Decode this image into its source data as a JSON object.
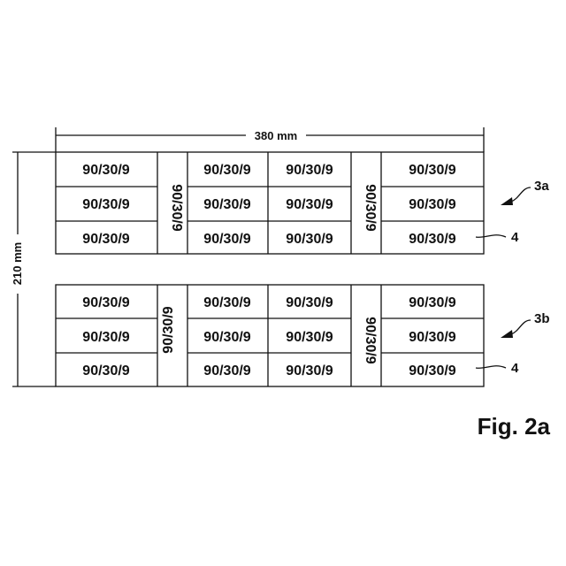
{
  "figure": {
    "label": "Fig. 2a",
    "width_dimension": "380 mm",
    "height_dimension": "210 mm"
  },
  "sheets": [
    {
      "ref": "3a",
      "cell_ref": "4",
      "left_block": [
        "90/30/9",
        "90/30/9",
        "90/30/9"
      ],
      "vertical_1": "90/30/9",
      "mid_left_block": [
        "90/30/9",
        "90/30/9",
        "90/30/9"
      ],
      "mid_right_block": [
        "90/30/9",
        "90/30/9",
        "90/30/9"
      ],
      "vertical_2": "90/30/9",
      "right_block": [
        "90/30/9",
        "90/30/9",
        "90/30/9"
      ]
    },
    {
      "ref": "3b",
      "cell_ref": "4",
      "left_block": [
        "90/30/9",
        "90/30/9",
        "90/30/9"
      ],
      "vertical_1": "90/30/9",
      "mid_left_block": [
        "90/30/9",
        "90/30/9",
        "90/30/9"
      ],
      "mid_right_block": [
        "90/30/9",
        "90/30/9",
        "90/30/9"
      ],
      "vertical_2": "90/30/9",
      "right_block": [
        "90/30/9",
        "90/30/9",
        "90/30/9"
      ]
    }
  ]
}
